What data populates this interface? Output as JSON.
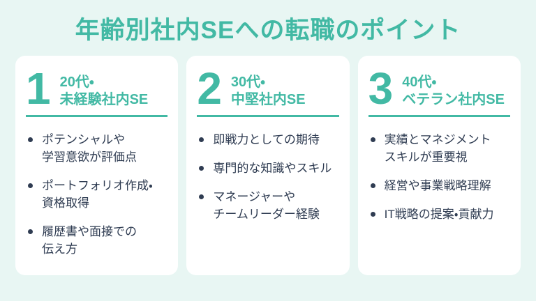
{
  "colors": {
    "background": "#e8f6f3",
    "card": "#ffffff",
    "accent": "#42b9a4",
    "text": "#2f3c52"
  },
  "page": {
    "title": "年齢別社内SEへの転職のポイント"
  },
  "cards": [
    {
      "number": "1",
      "heading": [
        "20代・",
        "未経験社内SE"
      ],
      "bullets": [
        [
          "ポテンシャルや",
          "学習意欲が評価点"
        ],
        [
          "ポートフォリオ作成・",
          "資格取得"
        ],
        [
          "履歴書や面接での",
          "伝え方"
        ]
      ]
    },
    {
      "number": "2",
      "heading": [
        "30代・",
        "中堅社内SE"
      ],
      "bullets": [
        [
          "即戦力としての期待"
        ],
        [
          "専門的な知識やスキル"
        ],
        [
          "マネージャーや",
          "チームリーダー経験"
        ]
      ]
    },
    {
      "number": "3",
      "heading": [
        "40代・",
        "ベテラン社内SE"
      ],
      "bullets": [
        [
          "実績とマネジメント",
          "スキルが重要視"
        ],
        [
          "経営や事業戦略理解"
        ],
        [
          "IT戦略の提案・貢献力"
        ]
      ]
    }
  ]
}
